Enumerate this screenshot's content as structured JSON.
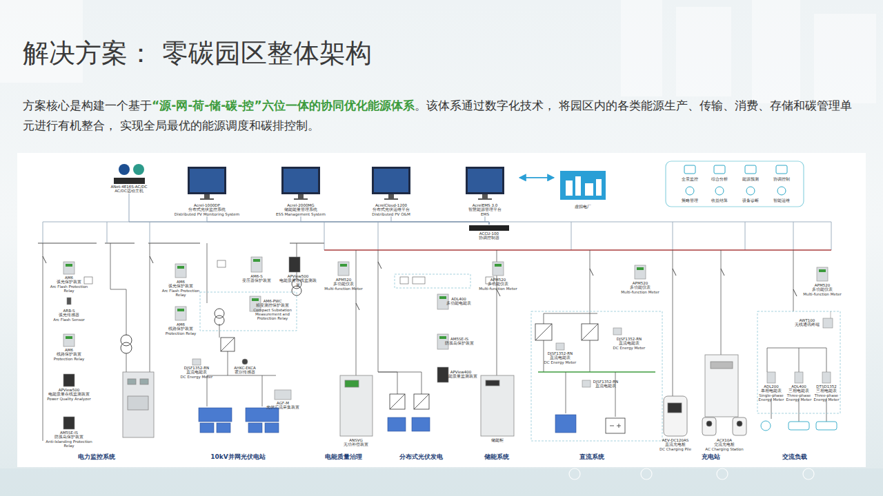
{
  "diagram": {
    "title": "解决方案： 零碳园区整体架构",
    "nodes": [
      {
        "text": [
          "ANet-4E16S-AC/DC",
          "AC/DC远动主机"
        ]
      },
      {
        "text": [
          "Acrel-1000DP",
          "分布式光伏监控系统",
          "Distributed PV Monitoring System"
        ]
      },
      {
        "text": [
          "Acrel-2000MG",
          "储能能量管理系统",
          "ESS Management System"
        ]
      },
      {
        "text": [
          "AcrelCloud-1200",
          "分布式光伏运维平台",
          "Distributed PV O&M"
        ]
      },
      {
        "text": [
          "AcrelEMS 3.0",
          "智慧能源管理平台",
          "EMS"
        ]
      },
      {
        "text": [
          "虚拟电厂"
        ]
      },
      {
        "text": [
          "ACCU-100",
          "协调控制器"
        ]
      },
      {
        "text": [
          "AM6",
          "弧光保护装置",
          "Arc Flash Protection Relay"
        ]
      },
      {
        "text": [
          "ARB-S",
          "弧光传感器",
          "Arc Flash Sensor"
        ]
      },
      {
        "text": [
          "AM6",
          "线路保护装置",
          "Protection Relay"
        ]
      },
      {
        "text": [
          "APView500",
          "电能质量在线监测装置",
          "Power Quality Analyzer"
        ]
      },
      {
        "text": [
          "AM5SE-IS",
          "防孤岛保护装置",
          "Anti-Islanding Protection Relay"
        ]
      },
      {
        "text": [
          "AM6",
          "弧光保护装置",
          "Arc Flash Protection Relay"
        ]
      },
      {
        "text": [
          "AM6",
          "线路保护装置",
          "Protection Relay"
        ]
      },
      {
        "text": [
          "AM6-S",
          "变压器保护装置"
        ]
      },
      {
        "text": [
          "APView500",
          "电能质量在线监测装置"
        ]
      },
      {
        "text": [
          "AM6-PWC",
          "箱变测控保护装置",
          "Compact Substation Measurement and Protection Relay"
        ]
      },
      {
        "text": [
          "DJSF1352-RN",
          "直流电能表",
          "DC Energy Meter"
        ]
      },
      {
        "text": [
          "AHKC-EKCA",
          "霍尔传感器"
        ]
      },
      {
        "text": [
          "AGF-M",
          "光伏汇流采集装置"
        ]
      },
      {
        "text": [
          "APM520",
          "多功能仪表",
          "Multi-function Meter"
        ]
      },
      {
        "text": [
          "ANSVG",
          "无功补偿装置"
        ]
      },
      {
        "text": [
          "ADL400",
          "多功能电能表"
        ]
      },
      {
        "text": [
          "AM5SE-IS",
          "防孤岛保护装置"
        ]
      },
      {
        "text": [
          "APView400",
          "电能质量监测装置"
        ]
      },
      {
        "text": [
          "APM520",
          "多功能仪表",
          "Multi-function Meter"
        ]
      },
      {
        "text": [
          "储能柜"
        ]
      },
      {
        "text": [
          "APM520",
          "多功能仪表",
          "Multi-function Meter"
        ]
      },
      {
        "text": [
          "DJSF1352-RN",
          "直流电能表",
          "DC Energy Meter"
        ]
      },
      {
        "text": [
          "DJSF1352-RN",
          "直流电能表",
          "DC Energy Meter"
        ]
      },
      {
        "text": [
          "DJSF1352-RN",
          "直流电能表"
        ]
      },
      {
        "text": [
          "AEV-DC120AS",
          "直流充电桩",
          "DC Charging Pile"
        ]
      },
      {
        "text": [
          "ACX10A",
          "交流充电桩",
          "AC Charging Station"
        ]
      },
      {
        "text": [
          "APM520",
          "多功能仪表",
          "Multi-function Meter"
        ]
      },
      {
        "text": [
          "AWT100",
          "无线通讯终端"
        ]
      },
      {
        "text": [
          "ADL200",
          "单相电能表",
          "Single-phase Energy Meter"
        ]
      },
      {
        "text": [
          "ADL400",
          "三相电能表",
          "Three-phase Energy Meter"
        ]
      },
      {
        "text": [
          "DTSD1352",
          "三相电能表",
          "Three-phase Energy Meter"
        ]
      }
    ],
    "edges": [
      {
        "from": 0,
        "to": 6,
        "arrow": "none"
      },
      {
        "from": 1,
        "to": 6,
        "arrow": "none"
      },
      {
        "from": 2,
        "to": 6,
        "arrow": "none"
      },
      {
        "from": 3,
        "to": 6,
        "arrow": "none"
      },
      {
        "from": 4,
        "to": 6,
        "arrow": "none"
      },
      {
        "from": 4,
        "to": 5,
        "arrow": "both"
      }
    ],
    "labels": [
      "方案核心是构建一个基于",
      "“源-网-荷-储-碳-控”六位一体的协同优化能源体系",
      "。该体系通过数字化技术， 将园区内的各类能源生产、传输、消费、存储和碳管理单元进行有机整合， 实现全局最优的能源调度和碳排控制。",
      "全景监控",
      "综合分析",
      "能源预测",
      "协调控制",
      "策略管理",
      "收益结算",
      "设备诊断",
      "智能运维",
      "电力监控系统",
      "10kV并网光伏电站",
      "电能质量治理",
      "分布式光伏发电",
      "储能系统",
      "直流系统",
      "充电站",
      "交流负载"
    ]
  }
}
